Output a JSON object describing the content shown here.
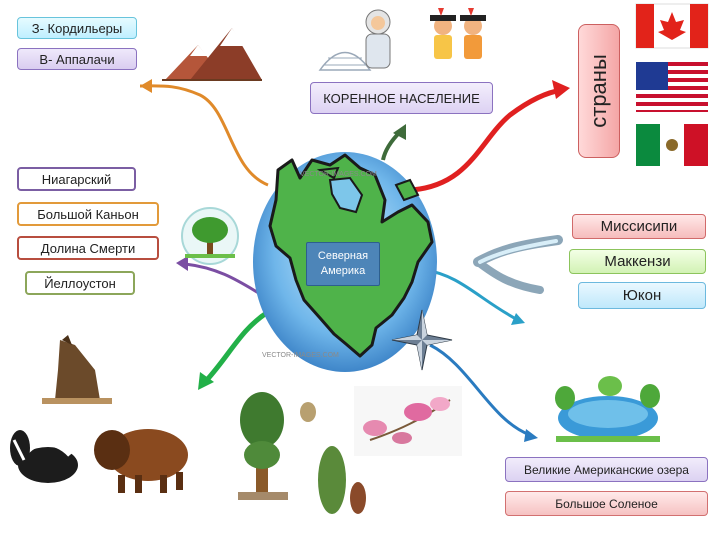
{
  "center": {
    "line1": "Северная",
    "line2": "Америка"
  },
  "mountains": {
    "items": [
      "З- Кордильеры",
      "В- Аппалачи"
    ]
  },
  "population": {
    "label": "КОРЕННОЕ НАСЕЛЕНИЕ"
  },
  "countries": {
    "label": "страны",
    "flags": [
      "Canada",
      "USA",
      "Mexico"
    ]
  },
  "parks": {
    "items": [
      "Ниагарский",
      "Большой Каньон",
      "Долина Смерти",
      "Йеллоустон"
    ]
  },
  "rivers": {
    "items": [
      "Миссисипи",
      "Маккензи",
      "Юкон"
    ]
  },
  "lakes": {
    "items": [
      "Великие Американские озера",
      "Большое Соленое"
    ]
  },
  "watermark": "VECTOR-IMAGES.COM",
  "colors": {
    "accent_blue": "#4d85b8",
    "arrow_red": "#e02020",
    "arrow_green": "#22b048",
    "arrow_orange": "#e08a2a",
    "arrow_purple": "#7b4ea3",
    "arrow_teal": "#2aa0c8"
  }
}
